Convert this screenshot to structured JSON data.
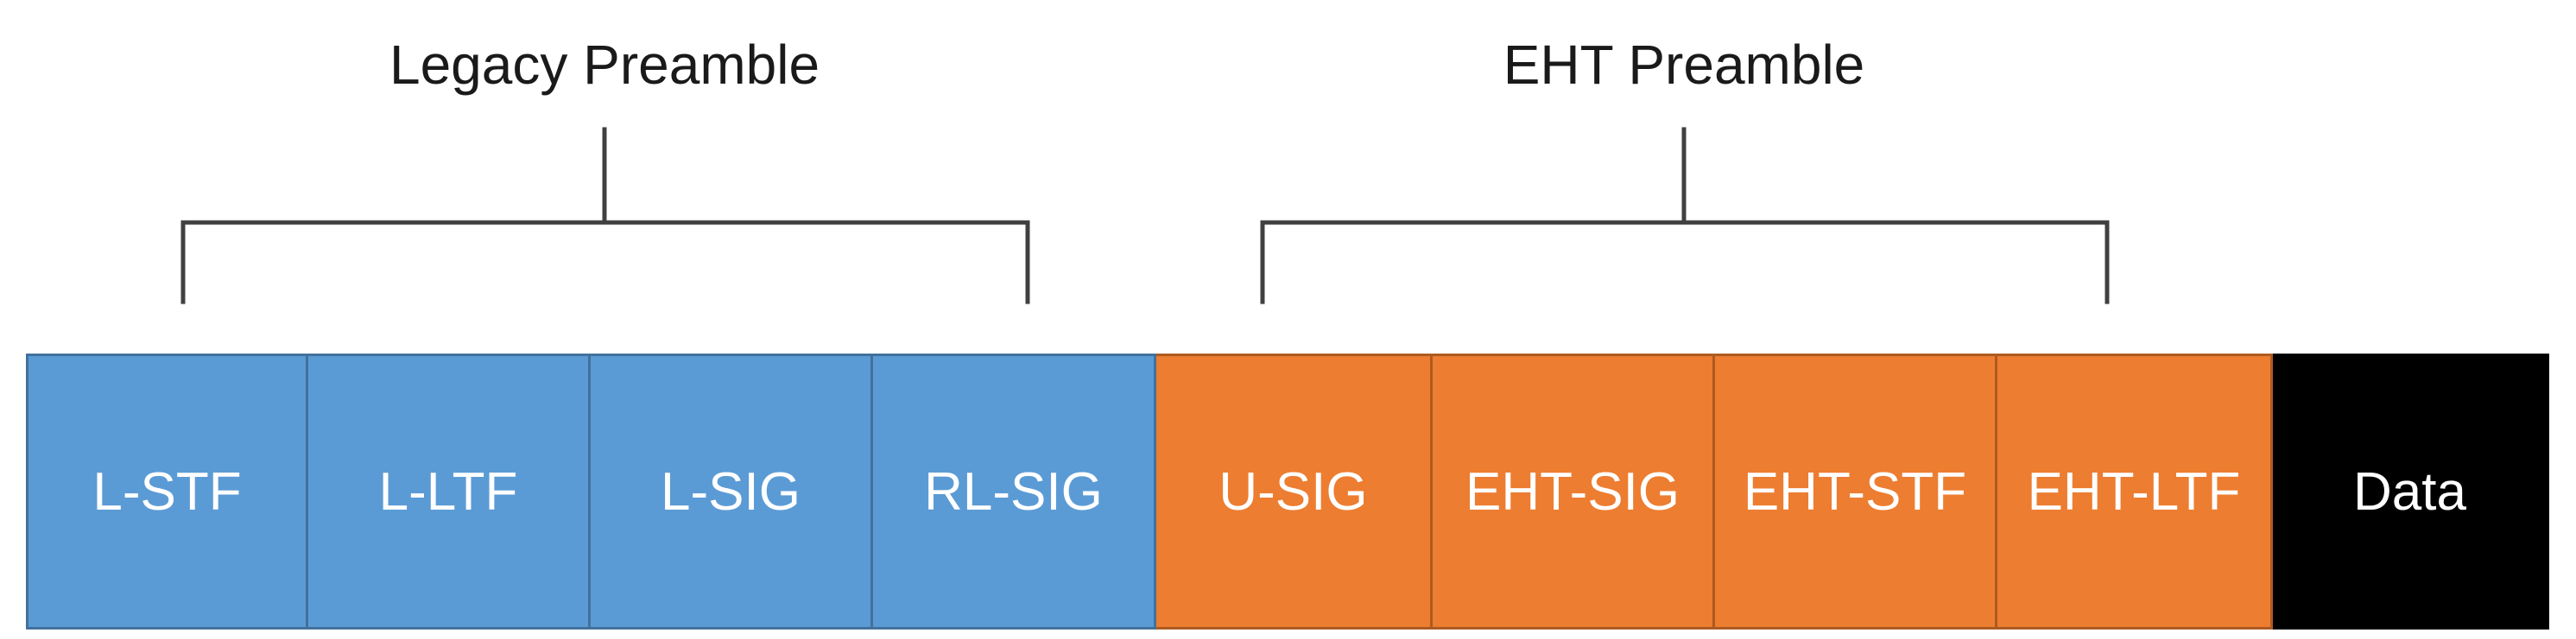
{
  "groups": {
    "legacy": {
      "title": "Legacy Preamble"
    },
    "eht": {
      "title": "EHT Preamble"
    }
  },
  "fields": [
    {
      "label": "L-STF",
      "color": "#5b9bd5"
    },
    {
      "label": "L-LTF",
      "color": "#5b9bd5"
    },
    {
      "label": "L-SIG",
      "color": "#5b9bd5"
    },
    {
      "label": "RL-SIG",
      "color": "#5b9bd5"
    },
    {
      "label": "U-SIG",
      "color": "#ed7d31"
    },
    {
      "label": "EHT-SIG",
      "color": "#ed7d31"
    },
    {
      "label": "EHT-STF",
      "color": "#ed7d31"
    },
    {
      "label": "EHT-LTF",
      "color": "#ed7d31"
    },
    {
      "label": "Data",
      "color": "#000000"
    }
  ]
}
